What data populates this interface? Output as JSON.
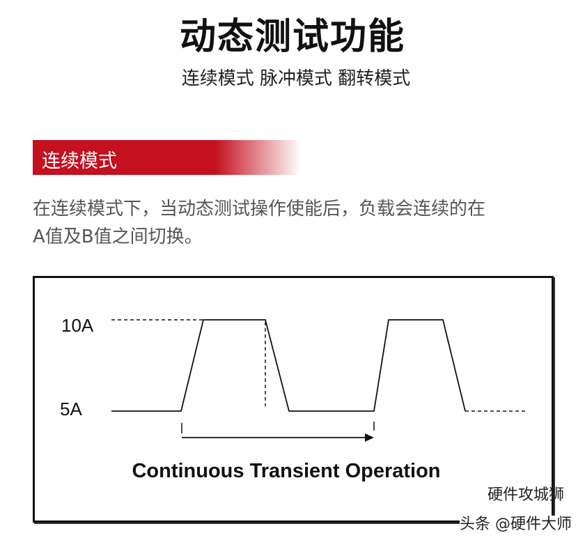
{
  "header": {
    "title": "动态测试功能",
    "subtitle": "连续模式 脉冲模式 翻转模式"
  },
  "section": {
    "label": "连续模式",
    "accent_color": "#c4101f"
  },
  "description": {
    "line1": "在连续模式下，当动态测试操作使能后，负载会连续的在",
    "line2": "A值及B值之间切换。"
  },
  "diagram": {
    "high_label": "10A",
    "low_label": "5A",
    "caption": "Continuous Transient Operation"
  },
  "watermark": {
    "toutiao": "头条 @硬件大师",
    "wechat": "硬件攻城狮"
  }
}
